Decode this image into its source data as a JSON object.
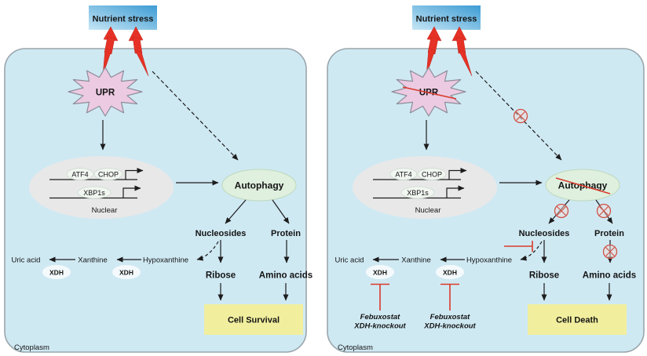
{
  "figure": {
    "type": "signaling-pathway-diagram",
    "panels": 2
  },
  "colors": {
    "cell_fill": "#cfe9f3",
    "cell_border": "#9aa6ac",
    "stress_grad_light": "#c6e6f5",
    "stress_grad_dark": "#3d9cd4",
    "bolt_red": "#e63226",
    "bolt_red_dark": "#c1281e",
    "upr_fill": "#eccae2",
    "shape_border": "#8d8d99",
    "nuclear_fill": "#e8e8e9",
    "gene_fill": "#f1f6f1",
    "gene_border": "#ccdacc",
    "autophagy_fill": "#dff0de",
    "autophagy_border": "#bed8bc",
    "xdh_fill": "#f4fafc",
    "outcome_fill": "#f1ef9e",
    "annotation_red": "#d93a2b",
    "blocked_red": "#cf5348",
    "blocked_fill": "#f5dbd6"
  },
  "left_panel": {
    "stress_label": "Nutrient stress",
    "upr_label": "UPR",
    "gene_1": "ATF4",
    "gene_2": "CHOP",
    "gene_3": "XBP1s",
    "nuclear_label": "Nuclear",
    "autophagy_label": "Autophagy",
    "nucleosides_label": "Nucleosides",
    "protein_label": "Protein",
    "hypoxanthine_label": "Hypoxanthine",
    "xanthine_label": "Xanthine",
    "uric_acid_label": "Uric acid",
    "xdh_label_1": "XDH",
    "xdh_label_2": "XDH",
    "ribose_label": "Ribose",
    "amino_acids_label": "Amino acids",
    "outcome_label": "Cell Survival",
    "cytoplasm_label": "Cytoplasm"
  },
  "right_panel": {
    "stress_label": "Nutrient stress",
    "upr_label": "UPR",
    "gene_1": "ATF4",
    "gene_2": "CHOP",
    "gene_3": "XBP1s",
    "nuclear_label": "Nuclear",
    "autophagy_label": "Autophagy",
    "nucleosides_label": "Nucleosides",
    "protein_label": "Protein",
    "hypoxanthine_label": "Hypoxanthine",
    "xanthine_label": "Xanthine",
    "uric_acid_label": "Uric acid",
    "xdh_label_1": "XDH",
    "xdh_label_2": "XDH",
    "ribose_label": "Ribose",
    "amino_acids_label": "Amino acids",
    "outcome_label": "Cell Death",
    "cytoplasm_label": "Cytoplasm",
    "inhibitor_1": {
      "line1": "Febuxostat",
      "line2": "XDH-knockout"
    },
    "inhibitor_2": {
      "line1": "Febuxostat",
      "line2": "XDH-knockout"
    }
  }
}
